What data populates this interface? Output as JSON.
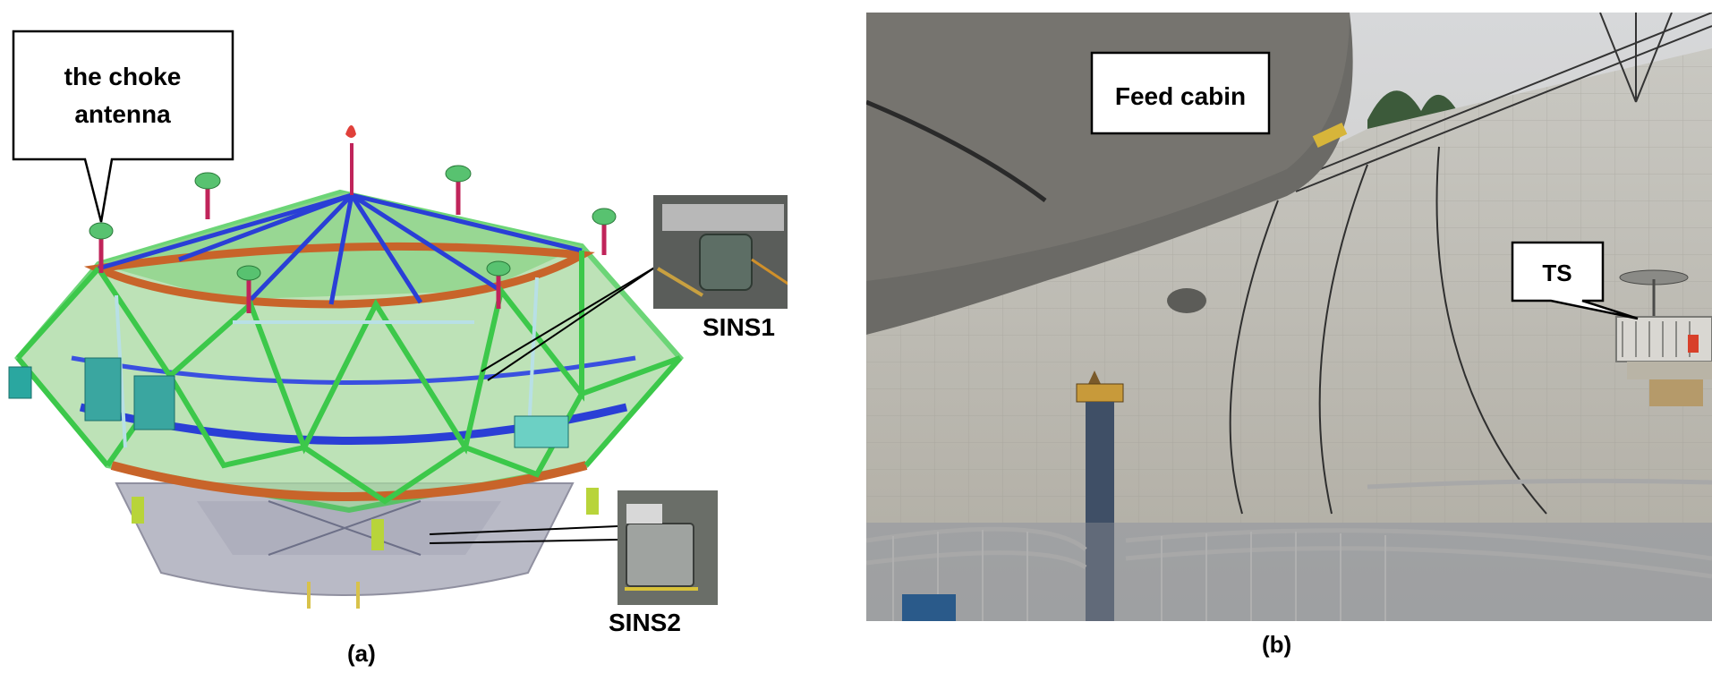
{
  "panel_a": {
    "caption": "(a)",
    "callout_choke": [
      "the choke",
      "antenna"
    ],
    "label_sins1": "SINS1",
    "label_sins2": "SINS2"
  },
  "panel_b": {
    "caption": "(b)",
    "callout_feed_cabin": "Feed cabin",
    "callout_ts": "TS"
  },
  "colors": {
    "frame_green": "#3cc84a",
    "frame_blue": "#2a3fd6",
    "ring_orange": "#c8642a",
    "hull_gray": "#b8b8c4",
    "mast_red": "#c0245a",
    "photo_sky": "#d9dadb",
    "photo_dish": "#b9b6ad"
  }
}
